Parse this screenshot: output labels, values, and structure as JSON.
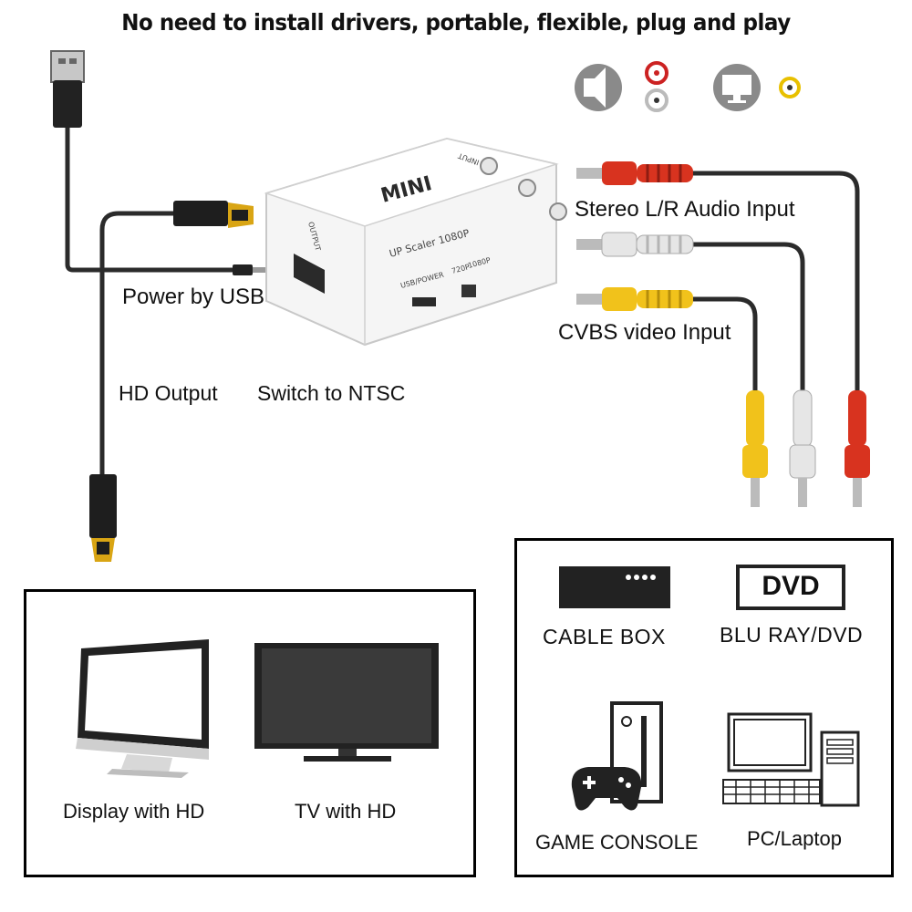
{
  "headline": "No need to install drivers, portable, flexible, plug and play",
  "labels": {
    "power": "Power by USB",
    "hd_output": "HD Output",
    "switch": "Switch to NTSC",
    "stereo": "Stereo L/R Audio Input",
    "cvbs": "CVBS video Input"
  },
  "device": {
    "brand": "MINI",
    "scaler": "UP Scaler 1080P",
    "output": "OUTPUT",
    "input": "INPUT",
    "usb_power": "USB/POWER",
    "mode_720": "720P",
    "mode_1080": "1080P"
  },
  "icons": {
    "speaker": "speaker-icon",
    "monitor": "monitor-icon",
    "audio_jacks": [
      "#cc2222",
      "#bbbbbb"
    ],
    "video_jack": "#e8c000"
  },
  "colors": {
    "red_cable": "#d8331f",
    "white_cable": "#e6e6e6",
    "yellow_cable": "#f1c21b"
  },
  "output_devices": [
    {
      "name": "Display with HD",
      "icon": "monitor-icon"
    },
    {
      "name": "TV with HD",
      "icon": "tv-icon"
    }
  ],
  "input_devices": [
    {
      "name": "CABLE BOX",
      "icon": "cable-box-icon"
    },
    {
      "name": "BLU RAY/DVD",
      "icon": "dvd-icon",
      "badge": "DVD"
    },
    {
      "name": "GAME CONSOLE",
      "icon": "game-console-icon"
    },
    {
      "name": "PC/Laptop",
      "icon": "pc-icon"
    }
  ]
}
